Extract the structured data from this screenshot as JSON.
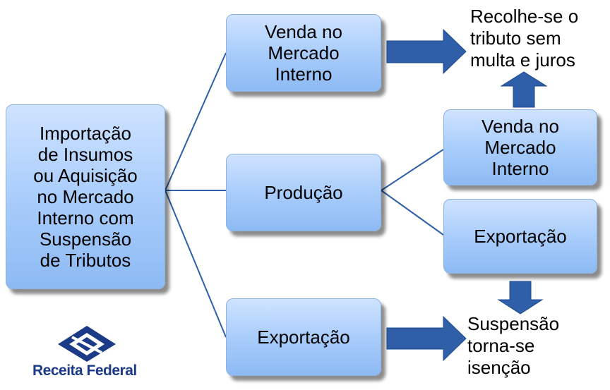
{
  "main_box": "Importação\nde Insumos\nou Aquisição\nno Mercado\nInterno com\nSuspensão\nde Tributos",
  "top_box": "Venda no\nMercado\nInterno",
  "middle_box": "Produção",
  "bottom_box": "Exportação",
  "right_top_box": "Venda no\nMercado\nInterno",
  "right_bottom_box": "Exportação",
  "note_top": "Recolhe-se o\ntributo sem\nmulta e juros",
  "note_bottom": "Suspensão\ntorna-se\nisenção",
  "logo_text": "Receita Federal",
  "colors": {
    "box_fill": "#a9cdfb",
    "arrow": "#2e5fa8",
    "line": "#2e5fa8",
    "logo": "#1b3a87"
  }
}
